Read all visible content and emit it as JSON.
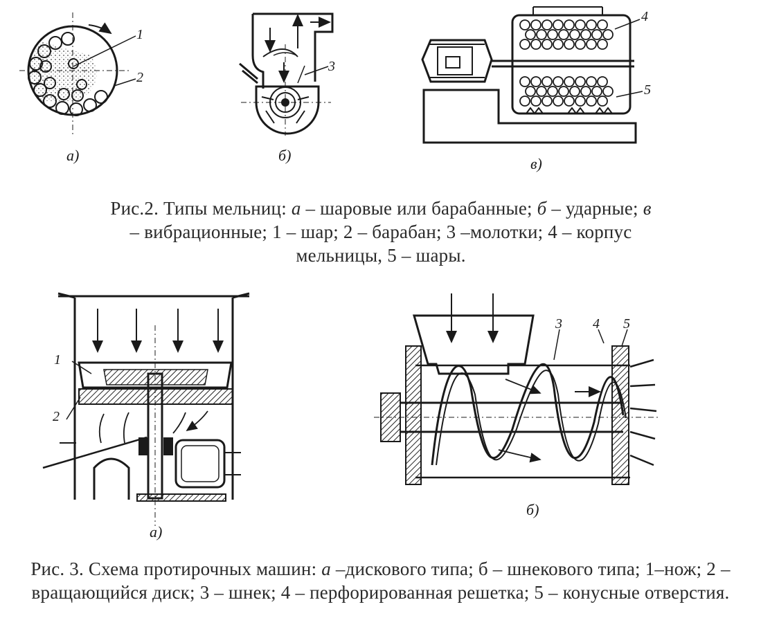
{
  "fig2": {
    "sub_a": "а)",
    "sub_b": "б)",
    "sub_v": "в)",
    "n1": "1",
    "n2": "2",
    "n3": "3",
    "n4": "4",
    "n5": "5",
    "caption": {
      "t1": "Рис.2. Типы мельниц: ",
      "a": "а",
      "t2": " – шаровые или барабанные; ",
      "b": "б",
      "t3": " – ударные; ",
      "v": "в",
      "t4": " – вибрационные; 1 – шар; 2 – барабан; 3 –молотки; 4 – корпус мельницы, 5 – шары."
    }
  },
  "fig3": {
    "sub_a": "а)",
    "sub_b": "б)",
    "n1": "1",
    "n2": "2",
    "n3": "3",
    "n4": "4",
    "n5": "5",
    "caption": {
      "t1": "Рис. 3.  Схема протирочных машин: ",
      "a": "а",
      "t2": " –дискового типа; б – шнекового типа; 1–нож; 2 – вращающийся диск; 3 – шнек; 4 – перфорированная решетка; 5 – конусные отверстия."
    }
  }
}
